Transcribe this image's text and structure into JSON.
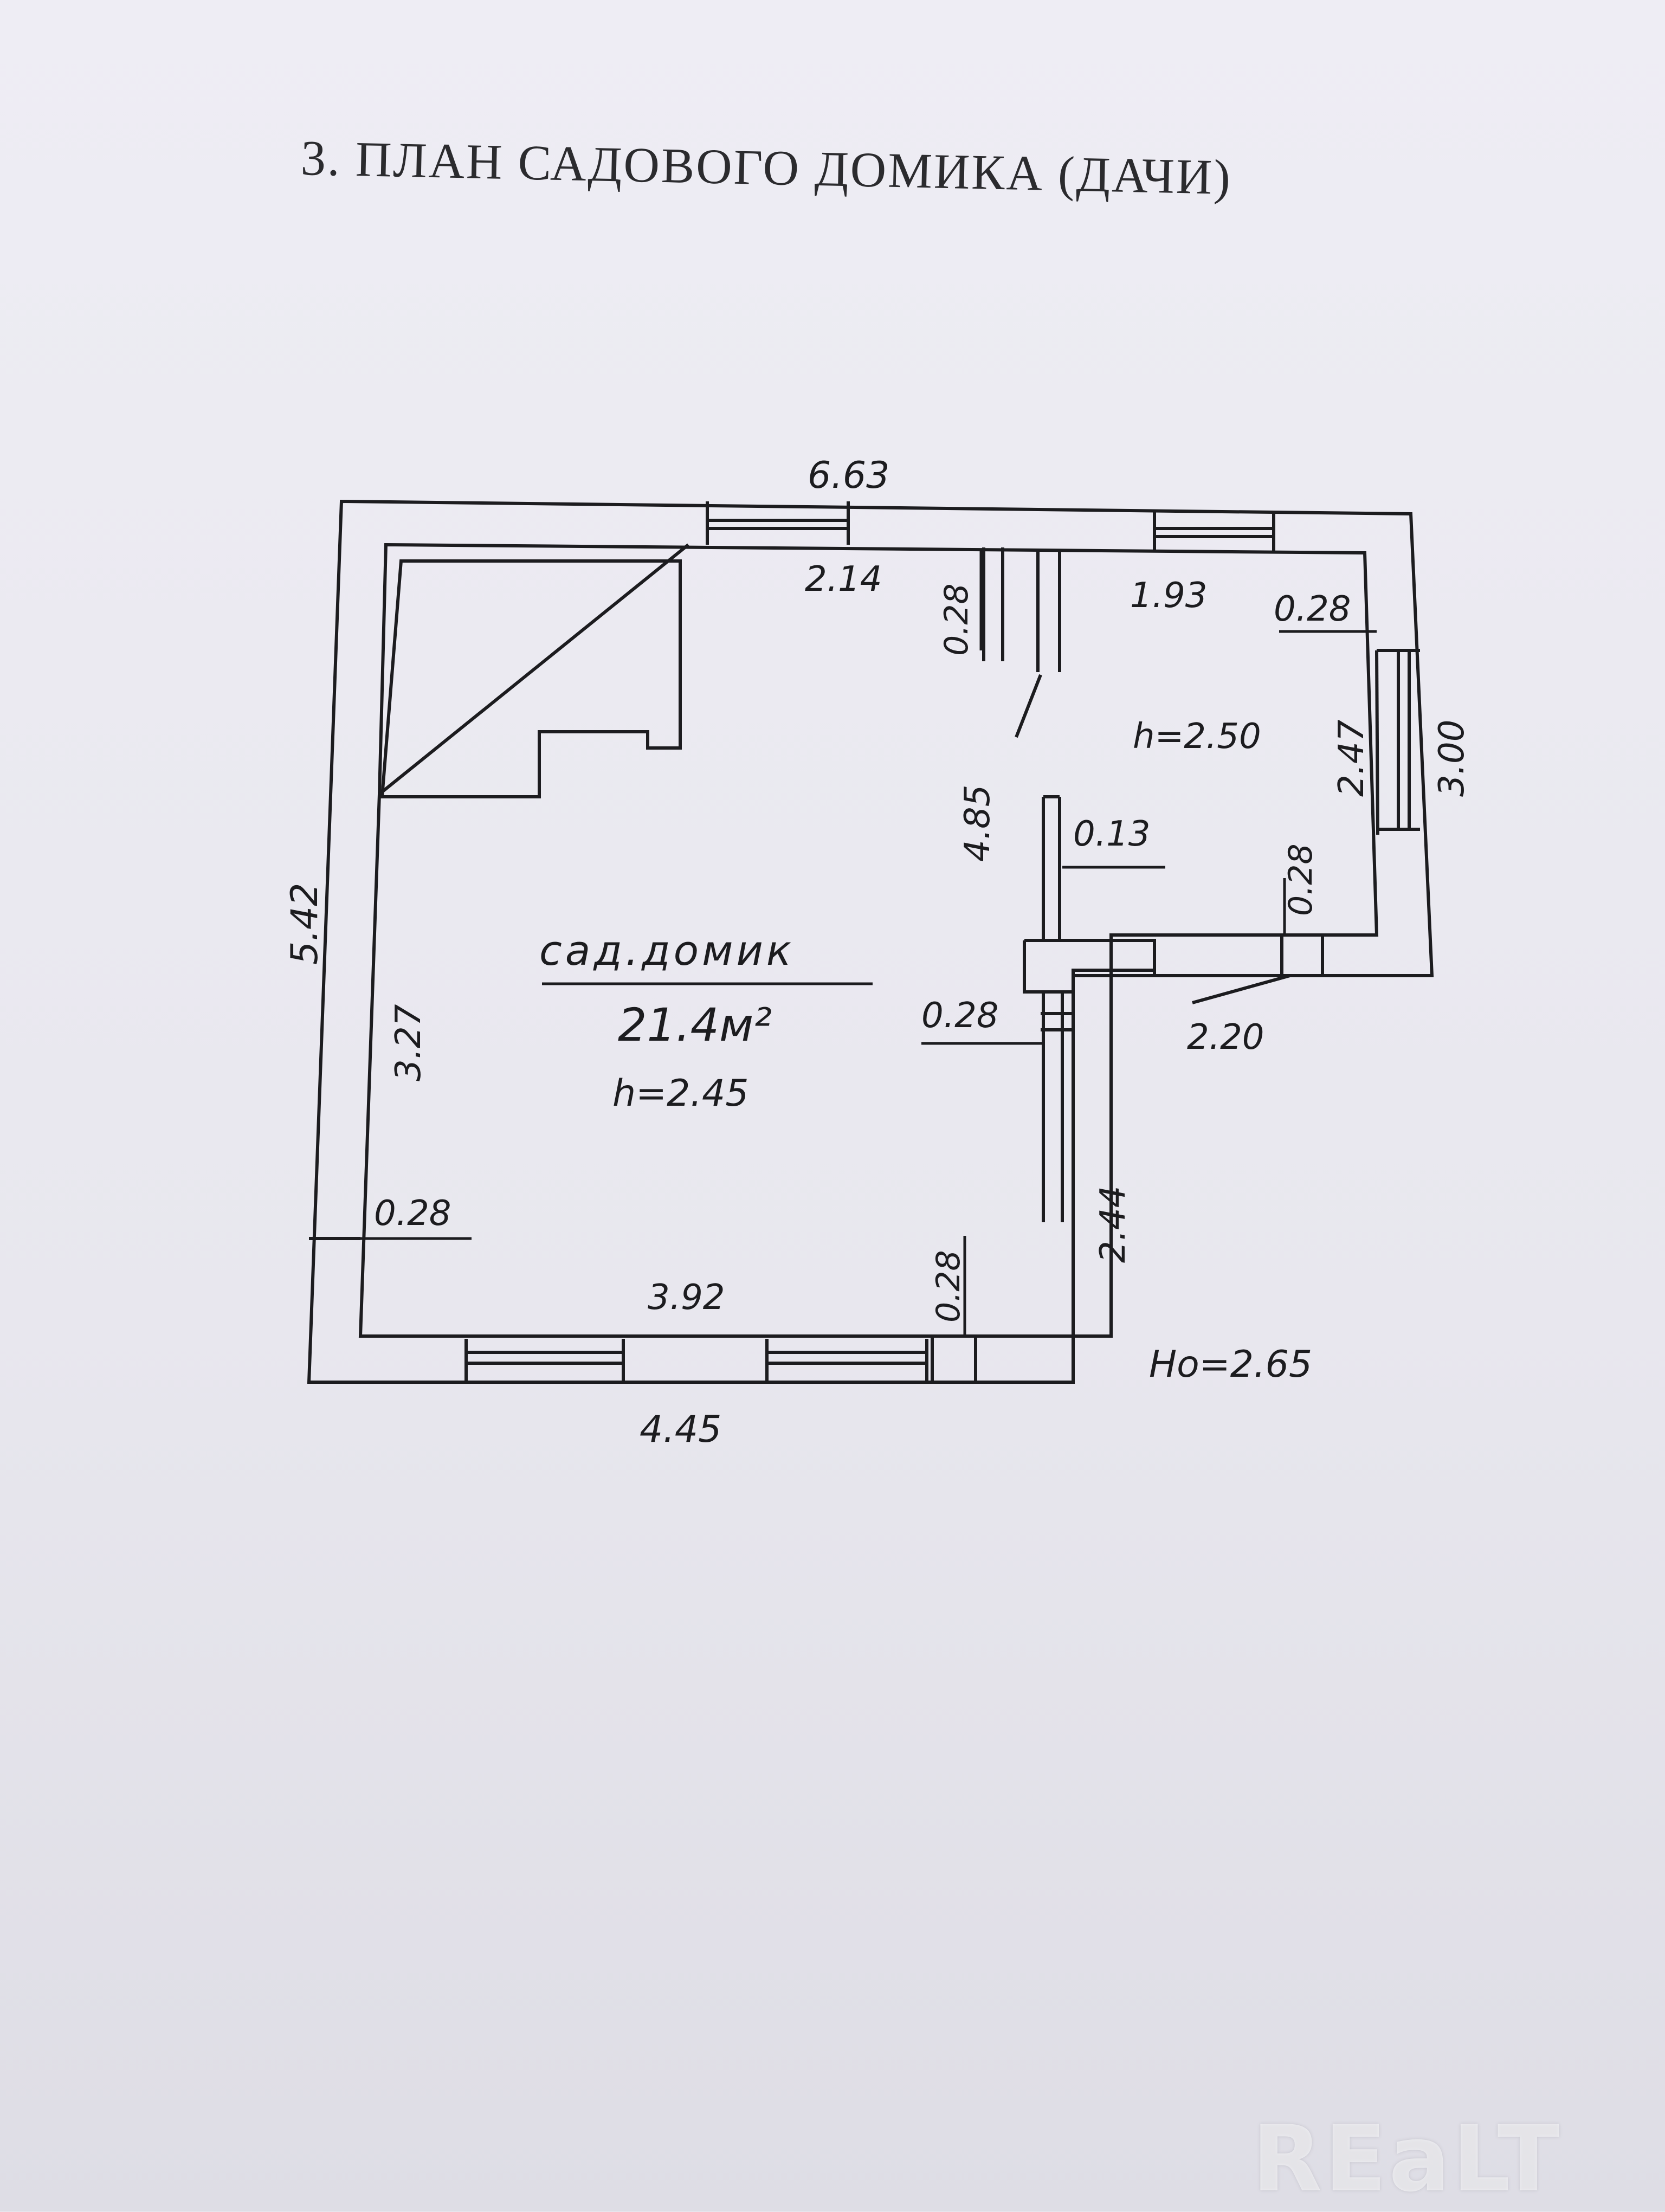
{
  "document": {
    "title": "3. ПЛАН САДОВОГО ДОМИКА (ДАЧИ)",
    "watermark": "REaLT"
  },
  "plan": {
    "room_name": "сад.домик",
    "room_area": "21.4м²",
    "room_height": "h=2.45",
    "annex_height": "h=2.50",
    "base_height": "Ho=2.65",
    "dims": {
      "top_total": "6.63",
      "left_total": "5.42",
      "bottom_total": "4.45",
      "right_annex": "3.00",
      "inner_top_left": "2.14",
      "inner_top_right": "1.93",
      "inner_right_annex": "2.47",
      "inner_left": "3.27",
      "inner_bottom": "3.92",
      "partition_height": "4.85",
      "partition_lower": "2.44",
      "annex_bottom": "2.20",
      "thin_wall": "0.13",
      "wall_top": "0.28",
      "wall_right_top": "0.28",
      "wall_right_mid": "0.28",
      "wall_mid": "0.28",
      "wall_left": "0.28",
      "wall_bottom": "0.28"
    }
  },
  "colors": {
    "paper": "#ebeaf1",
    "ink": "#1c1c1f"
  }
}
